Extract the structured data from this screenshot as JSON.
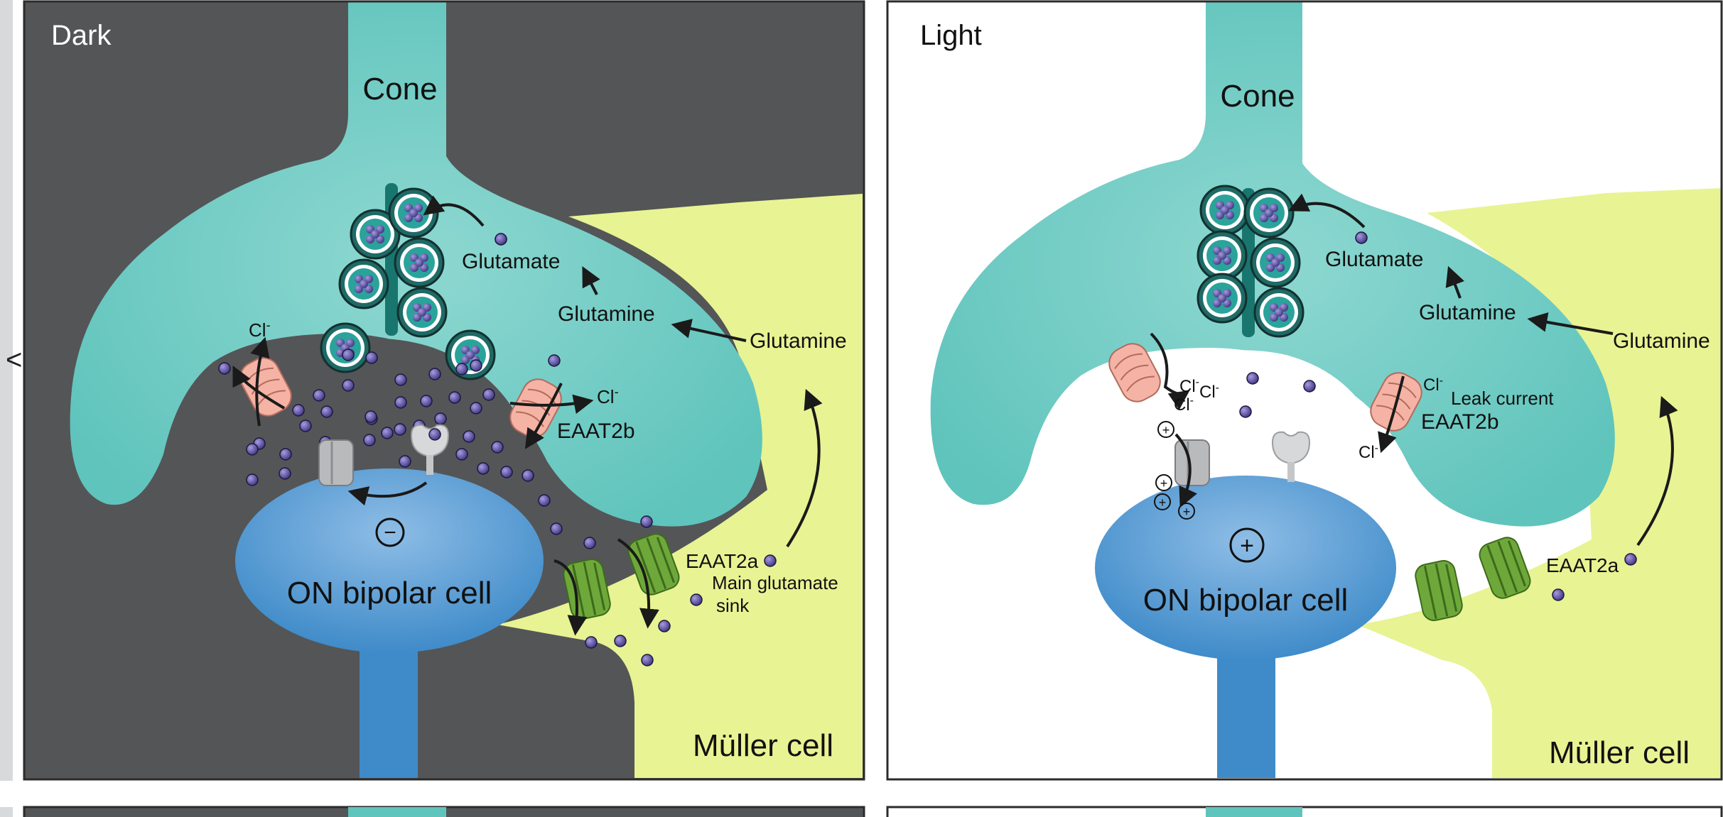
{
  "colors": {
    "dark_bg": "#545557",
    "cone": "#5fc4bc",
    "cone_light": "#8ed8d1",
    "bipolar": "#3f8bc9",
    "bipolar_light": "#8ebde6",
    "muller": "#e8f393",
    "vesicle": "#5b4f9e",
    "eaat2b": "#f4b3a5",
    "eaat2a": "#6fa83a",
    "receptor": "#b9babc",
    "border": "#2b2b2b"
  },
  "left_margin_glyph": "<",
  "panels": [
    {
      "id": "dark",
      "title": "Dark",
      "cone_label": "Cone",
      "bipolar_label": "ON bipolar cell",
      "muller_label": "Müller cell",
      "glutamate_label": "Glutamate",
      "glutamine_inner_label": "Glutamine",
      "glutamine_outer_label": "Glutamine",
      "cl_left": "Cl",
      "cl_left_sup": "-",
      "cl_right": "Cl",
      "cl_right_sup": "-",
      "eaat2b_label": "EAAT2b",
      "eaat2a_label": "EAAT2a",
      "sink_label_1": "Main glutamate",
      "sink_label_2": "sink",
      "bipolar_sign": "−"
    },
    {
      "id": "light",
      "title": "Light",
      "cone_label": "Cone",
      "bipolar_label": "ON bipolar cell",
      "muller_label": "Müller cell",
      "glutamate_label": "Glutamate",
      "glutamine_inner_label": "Glutamine",
      "glutamine_outer_label": "Glutamine",
      "cl_a": "Cl",
      "cl_b": "Cl",
      "cl_c": "Cl",
      "cl_right": "Cl",
      "cl_bottom": "Cl",
      "cl_sup": "-",
      "leak_label": "Leak current",
      "eaat2b_label": "EAAT2b",
      "eaat2a_label": "EAAT2a",
      "bipolar_sign": "+",
      "cation_sign": "+"
    }
  ]
}
